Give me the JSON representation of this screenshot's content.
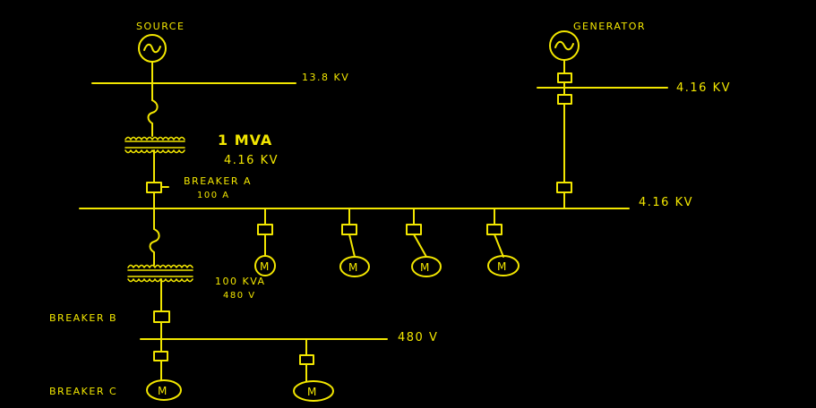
{
  "colors": {
    "ink": "#f2e600",
    "background": "#000000"
  },
  "sources": {
    "source_label": "SOURCE",
    "generator_label": "GENERATOR",
    "icon": "ac-source-icon"
  },
  "buses": {
    "bus_13_8": "13.8 KV",
    "gen_bus": "4.16 KV",
    "main_bus": "4.16 KV",
    "bus_480": "480 V"
  },
  "transformers": {
    "t1_rating": "1 MVA",
    "t1_voltage": "4.16 KV",
    "t2_rating": "100 KVA",
    "t2_voltage": "480 V"
  },
  "breakers": {
    "breaker_a": "BREAKER A",
    "breaker_a_rating": "100 A",
    "breaker_b": "BREAKER B",
    "breaker_c": "BREAKER C"
  },
  "motors": {
    "symbol": "M"
  }
}
